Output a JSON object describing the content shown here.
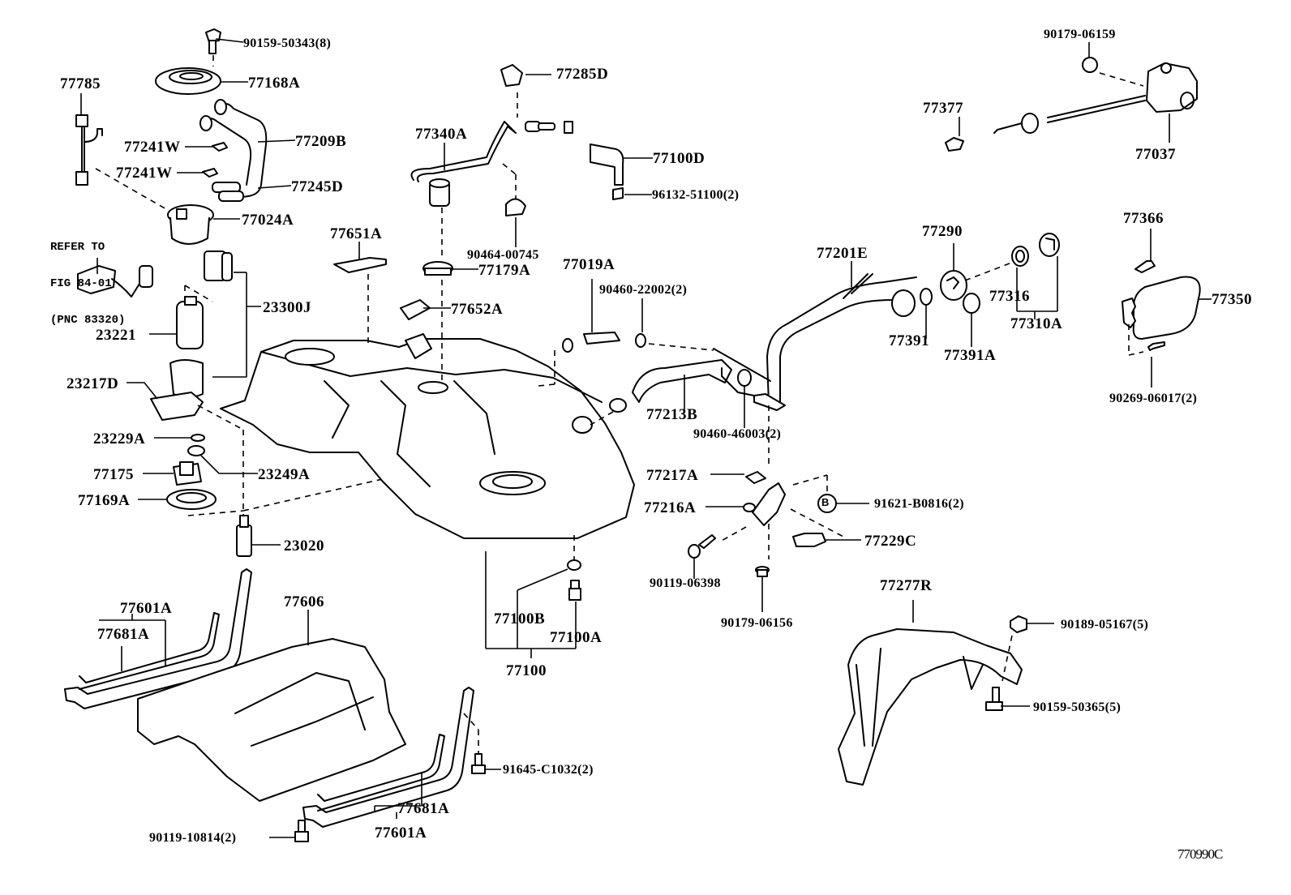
{
  "diagram": {
    "title": "Fuel tank & tube parts diagram",
    "figure_id": "770990C",
    "note": {
      "line1": "REFER TO",
      "line2": "FIG 84-01",
      "line3": "(PNC 83320)"
    },
    "callout_b": "B",
    "labels": {
      "p90159_50343": "90159-50343(8)",
      "p77168A": "77168A",
      "p77785": "77785",
      "p77241W_1": "77241W",
      "p77209B": "77209B",
      "p77241W_2": "77241W",
      "p77245D": "77245D",
      "p77024A": "77024A",
      "p77651A": "77651A",
      "p23300J": "23300J",
      "p23221": "23221",
      "p23217D": "23217D",
      "p23229A": "23229A",
      "p23249A": "23249A",
      "p77175": "77175",
      "p77169A": "77169A",
      "p23020": "23020",
      "p77285D": "77285D",
      "p77340A": "77340A",
      "p77100D": "77100D",
      "p96132_51100": "96132-51100(2)",
      "p90464_00745": "90464-00745",
      "p77179A": "77179A",
      "p77019A": "77019A",
      "p90460_22002": "90460-22002(2)",
      "p77652A": "77652A",
      "p90179_06159": "90179-06159",
      "p77377": "77377",
      "p77037": "77037",
      "p77201E": "77201E",
      "p77290": "77290",
      "p77316": "77316",
      "p77391": "77391",
      "p77391A": "77391A",
      "p77310A": "77310A",
      "p77366": "77366",
      "p77350": "77350",
      "p90269_06017": "90269-06017(2)",
      "p77213B": "77213B",
      "p90460_46003": "90460-46003(2)",
      "p77217A": "77217A",
      "p77216A": "77216A",
      "p91621_B0816": "91621-B0816(2)",
      "p77229C": "77229C",
      "p90119_06398": "90119-06398",
      "p90179_06156": "90179-06156",
      "p77277R": "77277R",
      "p90189_05167": "90189-05167(5)",
      "p90159_50365": "90159-50365(5)",
      "p77601A_1": "77601A",
      "p77681A_1": "77681A",
      "p77606": "77606",
      "p77100B": "77100B",
      "p77100A": "77100A",
      "p77100": "77100",
      "p91645_C1032": "91645-C1032(2)",
      "p77681A_2": "77681A",
      "p77601A_2": "77601A",
      "p90119_10814": "90119-10814(2)"
    }
  }
}
